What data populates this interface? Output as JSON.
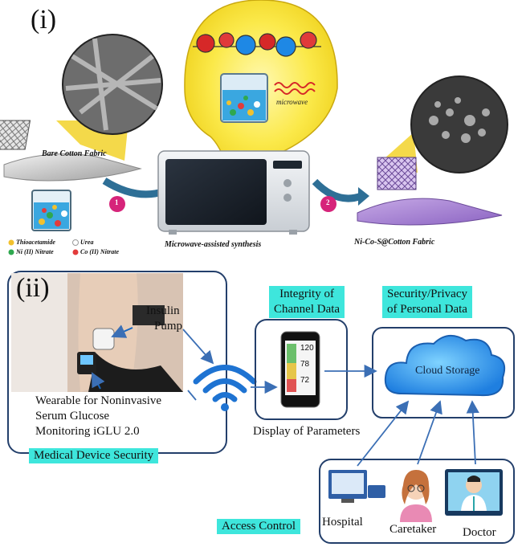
{
  "panel_i": {
    "label": "(i)",
    "bare_fabric": "Bare Cotton Fabric",
    "microwave_word": "microwave",
    "step1": "1",
    "step2": "2",
    "synthesis_caption": "Microwave-assisted synthesis",
    "product_caption": "Ni-Co-S@Cotton Fabric",
    "legend": [
      {
        "label": "Thioacetamide",
        "color": "#f2c12e"
      },
      {
        "label": "Urea",
        "color": "#ffffff"
      },
      {
        "label": "Ni (II) Nitrate",
        "color": "#2fa84f"
      },
      {
        "label": "Co (II) Nitrate",
        "color": "#e23b3b"
      }
    ]
  },
  "panel_ii": {
    "label": "(ii)",
    "insulin_pump": [
      "Insulin",
      "Pump"
    ],
    "wearable": [
      "Wearable for Noninvasive",
      "Serum Glucose",
      "Monitoring  iGLU 2.0"
    ],
    "medical_security": "Medical Device Security",
    "integrity": [
      "Integrity of",
      "Channel Data"
    ],
    "phone_values": [
      "120",
      "78",
      "72"
    ],
    "display_params": "Display of Parameters",
    "security_privacy": [
      "Security/Privacy",
      "of Personal Data"
    ],
    "cloud": "Cloud Storage",
    "access_control": "Access Control",
    "hospital": "Hospital",
    "caretaker": "Caretaker",
    "doctor": "Doctor"
  }
}
